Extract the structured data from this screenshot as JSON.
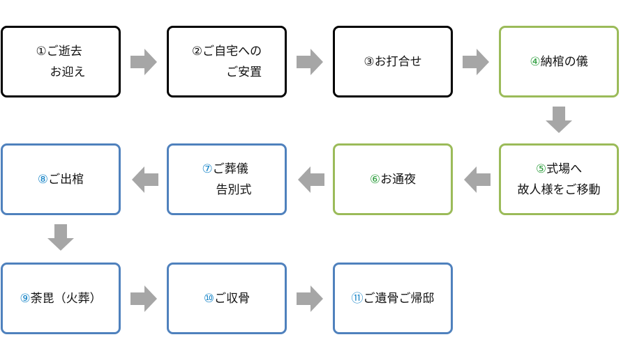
{
  "steps": [
    {
      "num": "①",
      "line1": "ご逝去",
      "line2": "お迎え"
    },
    {
      "num": "②",
      "line1": "ご自宅への",
      "line2": "ご安置"
    },
    {
      "num": "③",
      "line1": "お打合せ",
      "line2": ""
    },
    {
      "num": "④",
      "line1": "納棺の儀",
      "line2": ""
    },
    {
      "num": "⑤",
      "line1": "式場へ",
      "line2": "故人様をご移動"
    },
    {
      "num": "⑥",
      "line1": "お通夜",
      "line2": ""
    },
    {
      "num": "⑦",
      "line1": "ご葬儀",
      "line2": "告別式"
    },
    {
      "num": "⑧",
      "line1": "ご出棺",
      "line2": ""
    },
    {
      "num": "⑨",
      "line1": "荼毘（火葬）",
      "line2": ""
    },
    {
      "num": "⑩",
      "line1": "ご収骨",
      "line2": ""
    },
    {
      "num": "⑪",
      "line1": "ご遺骨ご帰邸",
      "line2": ""
    }
  ],
  "colors": {
    "black_border": "#000000",
    "green_border": "#9bbb59",
    "blue_border": "#4f81bd",
    "arrow": "#a6a6a6",
    "green_number": "#2e9e3e",
    "blue_number": "#1a86c8"
  },
  "arrows": {
    "icon": "gray-block-arrow-icon"
  }
}
